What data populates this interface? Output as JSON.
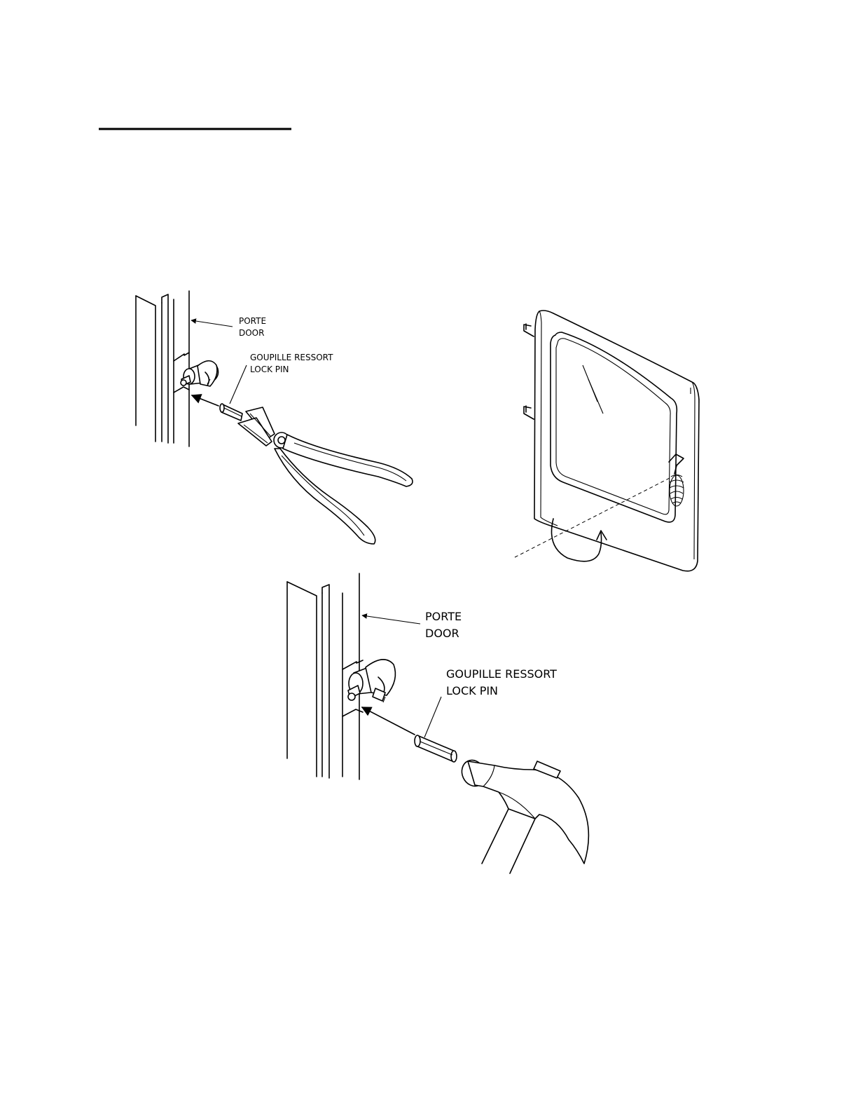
{
  "labels": {
    "upper_porte": "PORTE",
    "upper_door": "DOOR",
    "upper_goupille": "GOUPILLE RESSORT",
    "upper_lockpin": "LOCK PIN",
    "lower_porte": "PORTE",
    "lower_door": "DOOR",
    "lower_goupille": "GOUPILLE RESSORT",
    "lower_lockpin": "LOCK PIN"
  },
  "icons": {
    "tool_upper": "pliers-icon",
    "tool_lower": "hammer-icon",
    "assembly": "stove-door-icon"
  }
}
